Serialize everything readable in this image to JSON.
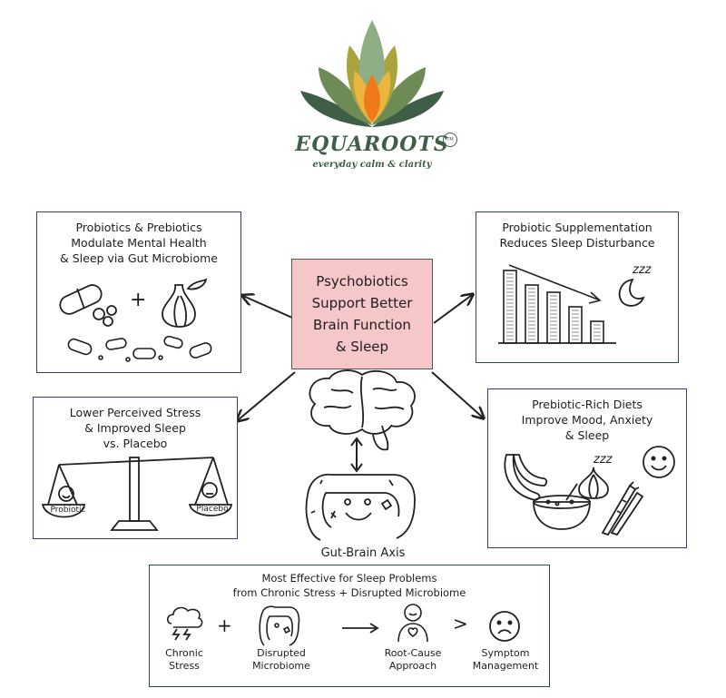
{
  "brand": {
    "name": "EQUAROOTS",
    "tm": "TM",
    "tagline": "everyday calm & clarity",
    "colors": {
      "dark_green": "#3f5e48",
      "mid_green": "#6f8b55",
      "olive": "#a9a33e",
      "gold": "#e9b640",
      "orange": "#ef7a1a",
      "sage": "#8fae85"
    }
  },
  "center": {
    "lines": [
      "Psychobiotics",
      "Support Better",
      "Brain Function",
      "& Sleep"
    ],
    "color": "#f6c7c9"
  },
  "axis_label": "Gut-Brain Axis",
  "boxes": {
    "top_left": {
      "lines": [
        "Probiotics & Prebiotics",
        "Modulate Mental Health",
        "& Sleep via Gut Microbiome"
      ],
      "border": "#403a72",
      "plus": "+",
      "icons": [
        "capsule-icon",
        "garlic-icon",
        "bacteria-icon"
      ]
    },
    "top_right": {
      "lines": [
        "Probiotic Supplementation",
        "Reduces Sleep Disturbance"
      ],
      "border": "#2f4e35",
      "zzz": "zzz",
      "bar_chart": {
        "type": "bar",
        "values": [
          10,
          8,
          7,
          5,
          3
        ]
      }
    },
    "middle_left": {
      "lines": [
        "Lower Perceived Stress",
        "& Improved Sleep",
        "vs. Placebo"
      ],
      "border": "#403a72",
      "left_pan": "Probiotic",
      "right_pan": "Placebo"
    },
    "middle_right": {
      "lines": [
        "Prebiotic-Rich Diets",
        "Improve Mood, Anxiety",
        "& Sleep"
      ],
      "border": "#403a72",
      "zzz": "zzz"
    },
    "bottom": {
      "lines": [
        "Most Effective for Sleep Problems",
        "from Chronic Stress + Disrupted Microbiome"
      ],
      "border": "#2f4e35",
      "plus": "+",
      "gt": ">",
      "items": [
        {
          "lines": [
            "Chronic",
            "Stress"
          ]
        },
        {
          "lines": [
            "Disrupted",
            "Microbiome"
          ]
        },
        {
          "lines": [
            "Root-Cause",
            "Approach"
          ]
        },
        {
          "lines": [
            "Symptom",
            "Management"
          ]
        }
      ]
    }
  }
}
